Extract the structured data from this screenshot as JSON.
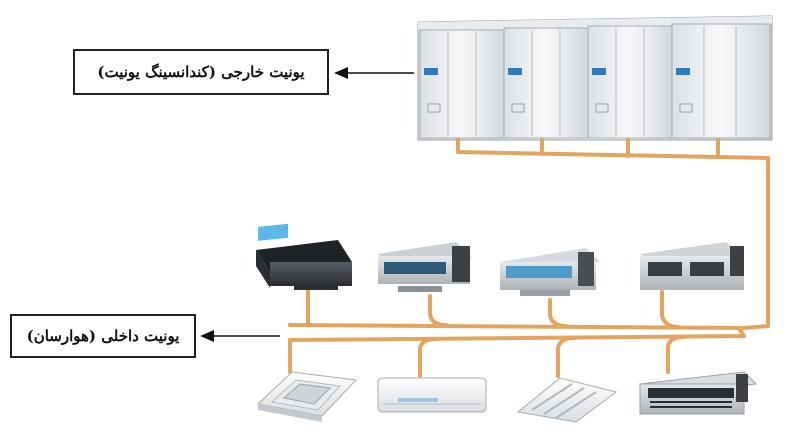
{
  "labels": {
    "outdoor_unit": "یونیت خارجی (کندانسینگ یونیت)",
    "indoor_unit": "یونیت داخلی (هوارسان)"
  },
  "colors": {
    "pipe": "#E3A45F",
    "pipe_dark": "#C9823D",
    "unit_white": "#F2F4F6",
    "unit_gray": "#BFC4C9",
    "unit_dark": "#3A3D42",
    "label_border": "#222222"
  },
  "outdoor_modules": [
    {
      "name": "condensing-module-1"
    },
    {
      "name": "condensing-module-2"
    },
    {
      "name": "condensing-module-3"
    },
    {
      "name": "condensing-module-4"
    }
  ],
  "indoor_units_upper": [
    {
      "name": "ducted-unit-1",
      "kind": "duct"
    },
    {
      "name": "ducted-unit-2",
      "kind": "duct"
    },
    {
      "name": "ducted-unit-3",
      "kind": "duct"
    },
    {
      "name": "ducted-unit-4",
      "kind": "duct"
    }
  ],
  "indoor_units_lower": [
    {
      "name": "cassette-unit",
      "kind": "cassette"
    },
    {
      "name": "wall-mounted-unit",
      "kind": "wall"
    },
    {
      "name": "ceiling-suspended-unit",
      "kind": "ceiling"
    },
    {
      "name": "floor-console-unit",
      "kind": "console"
    }
  ]
}
